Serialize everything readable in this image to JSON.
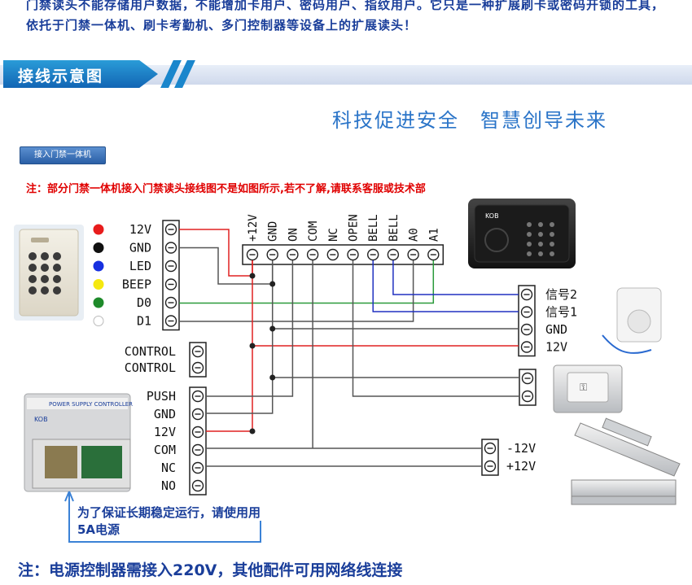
{
  "intro": "门禁读头不能存储用户数据，不能增加卡用户、密码用户、指纹用户。它只是一种扩展刷卡或密码开锁的工具，依托于门禁一体机、刷卡考勤机、多门控制器等设备上的扩展读头！",
  "section_title": "接线示意图",
  "slogan": "科技促进安全　智慧创导未来",
  "tab_button": "接入门禁一体机",
  "note_red": "注：部分门禁一体机接入门禁读头接线图不是如图所示,若不了解,请联系客服或技术部",
  "reader_terminals": [
    {
      "label": "12V",
      "dot": "#e81c1c"
    },
    {
      "label": "GND",
      "dot": "#111111"
    },
    {
      "label": "LED",
      "dot": "#1730e0"
    },
    {
      "label": "BEEP",
      "dot": "#f5e80f"
    },
    {
      "label": "D0",
      "dot": "#1e8a2a"
    },
    {
      "label": "D1",
      "dot": "#ffffff"
    }
  ],
  "controller_terminals": [
    "+12V",
    "GND",
    "ON",
    "COM",
    "NC",
    "OPEN",
    "BELL",
    "BELL",
    "A0",
    "A1"
  ],
  "control_labels": [
    "CONTROL",
    "CONTROL"
  ],
  "psu_terminals": [
    "PUSH",
    "GND",
    "12V",
    "COM",
    "NC",
    "NO"
  ],
  "doorbell_terminals": [
    "信号2",
    "信号1",
    "GND",
    "12V"
  ],
  "lock_terminals": [
    "-12V",
    "+12V"
  ],
  "reader_brand": "KOB",
  "psu_header": "POWER SUPPLY CONTROLLER",
  "note_blue": "为了保证长期稳定运行，请使用用5A电源",
  "note_bottom": "注：电源控制器需接入220V，其他配件可用网络线连接",
  "colors": {
    "red": "#e02020",
    "blue": "#2030c0",
    "green": "#2a9a3a",
    "wire": "#555555",
    "title": "#1a3e9a"
  }
}
